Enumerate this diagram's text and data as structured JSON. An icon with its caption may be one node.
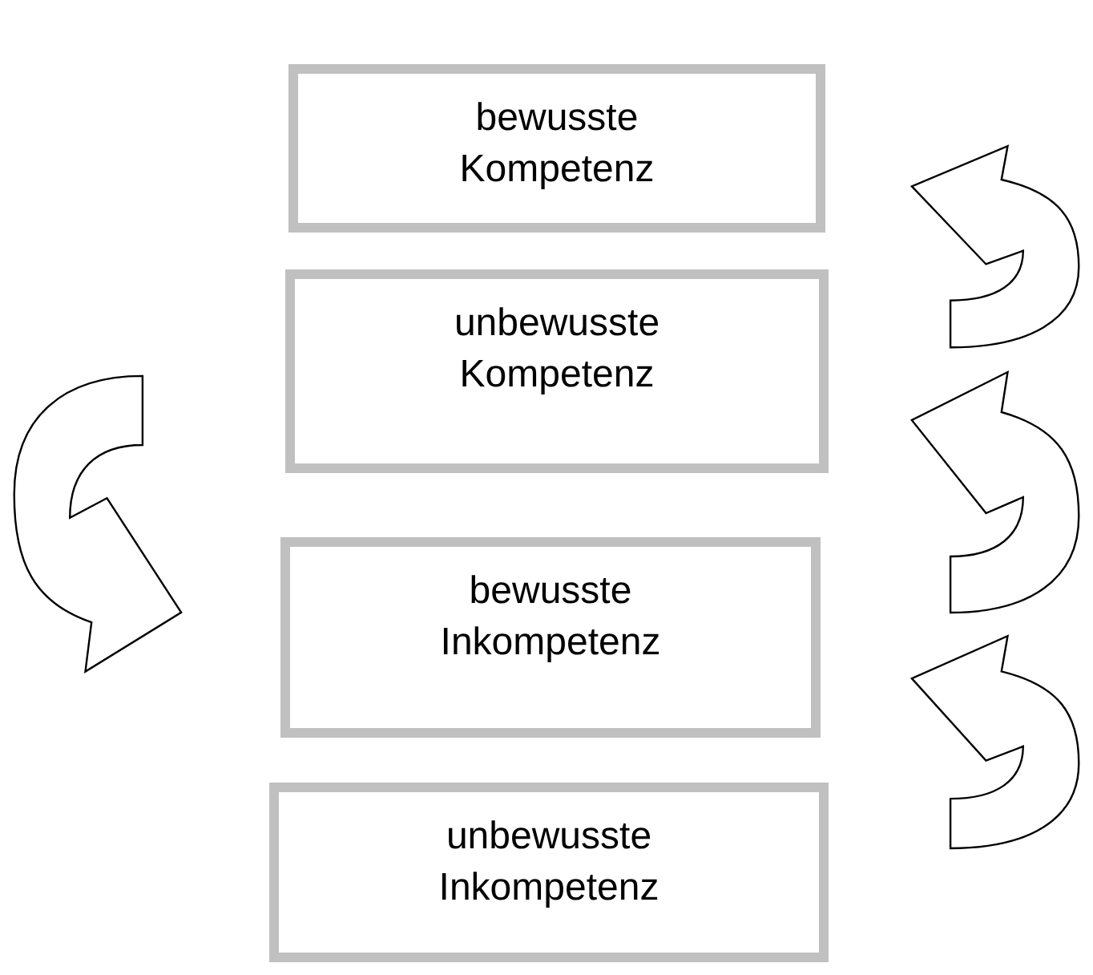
{
  "diagram": {
    "nodes": [
      {
        "text": [
          "bewusste Kompetenz"
        ]
      },
      {
        "text": [
          "unbewusste Kompetenz"
        ]
      },
      {
        "text": [
          "bewusste Inkompetenz"
        ]
      },
      {
        "text": [
          "unbewusste Inkompetenz"
        ]
      }
    ],
    "edges": [
      {
        "from": 1,
        "to": 0,
        "arrow": "to"
      },
      {
        "from": 2,
        "to": 1,
        "arrow": "to"
      },
      {
        "from": 3,
        "to": 2,
        "arrow": "to"
      },
      {
        "from": 1,
        "to": 2,
        "arrow": "to"
      }
    ]
  }
}
